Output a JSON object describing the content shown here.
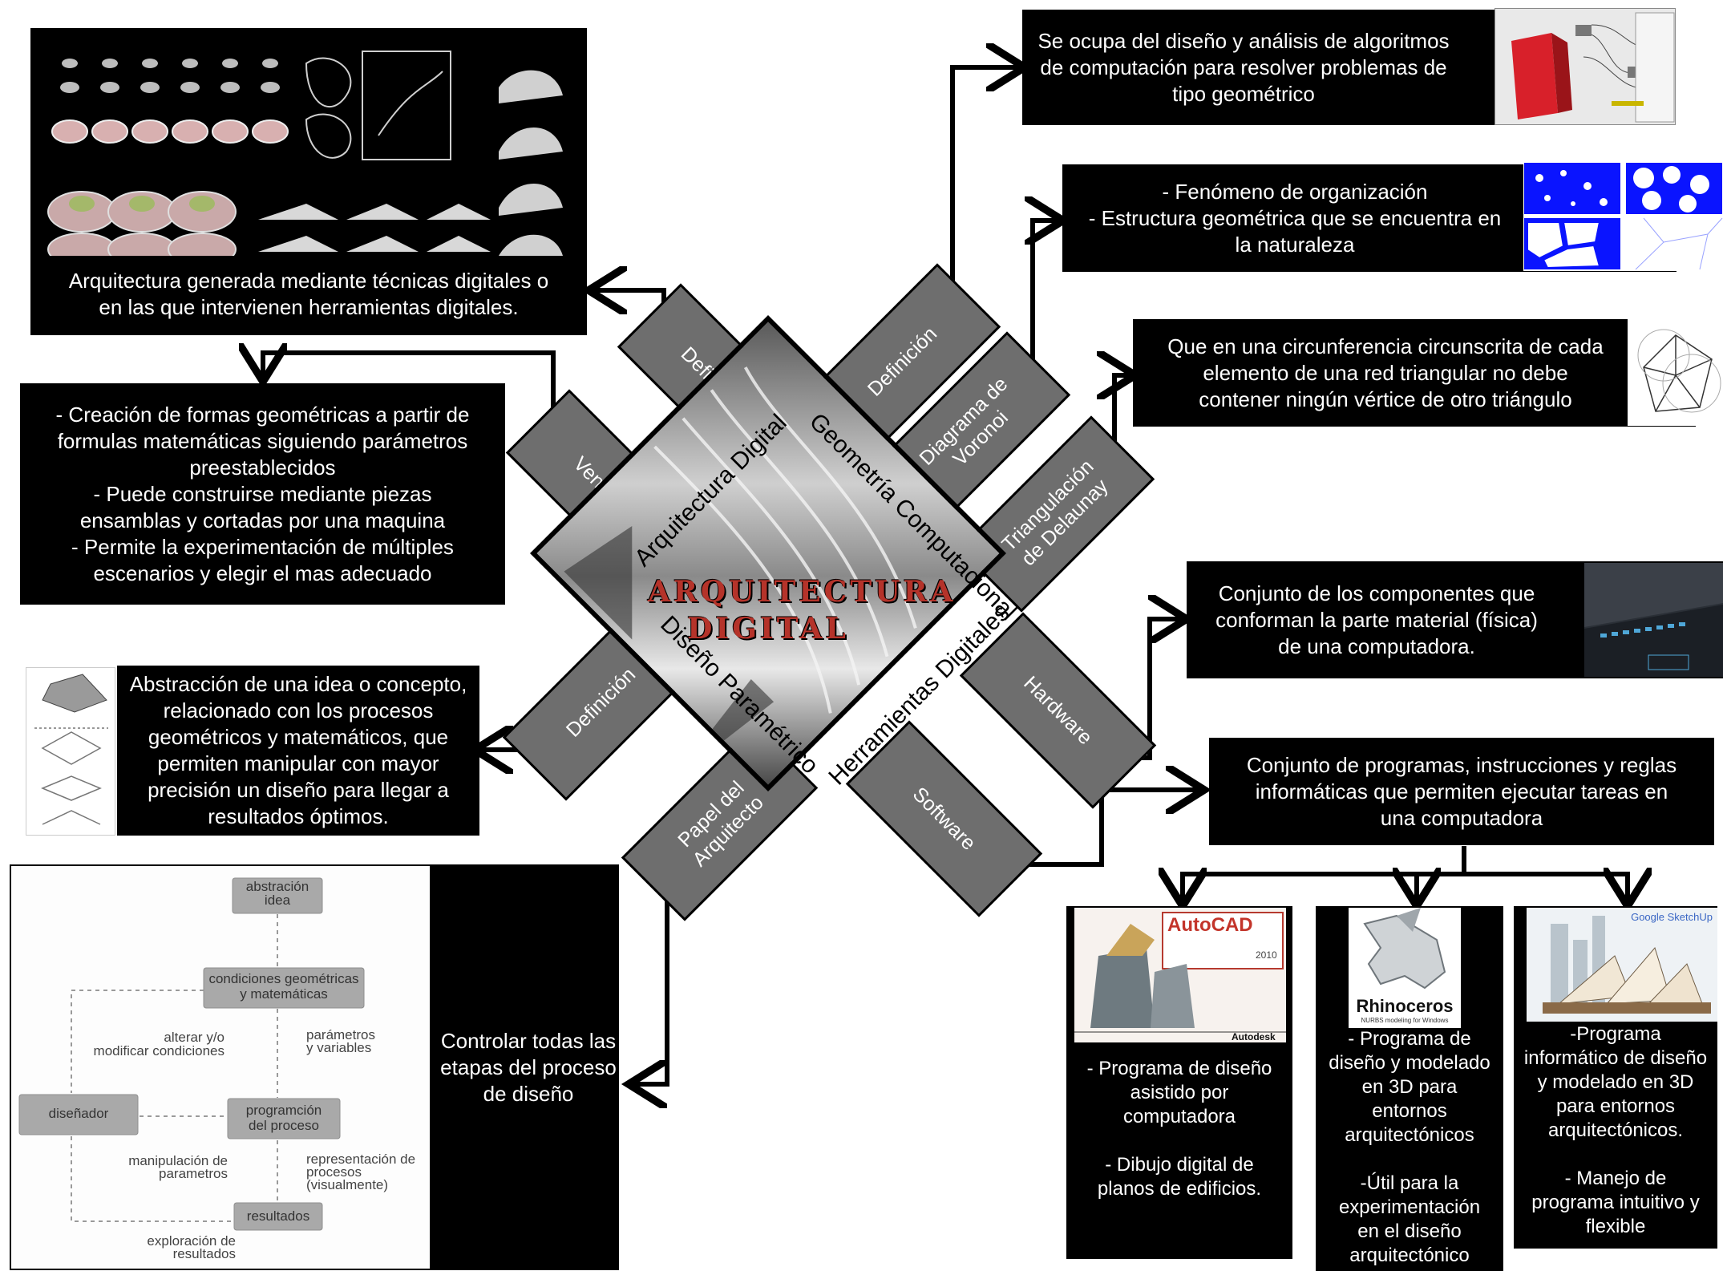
{
  "center": {
    "title": "ARQUITECTURA\nDIGITAL",
    "edge_top_left": "Arquitectura Digital",
    "edge_top_right": "Geometría Computacional",
    "edge_bottom_left": "Diseño Paramétrico",
    "edge_bottom_right": "Herramientas Digitales"
  },
  "bars": {
    "definicion_ad": "Definición",
    "ventajas": "Ventajas",
    "definicion_gc": "Definición",
    "voronoi": "Diagrama de\nVoronoi",
    "delaunay": "Triangulación\nde Delaunay",
    "definicion_dp": "Definición",
    "papel": "Papel del\nArquitecto",
    "hardware": "Hardware",
    "software": "Software"
  },
  "boxes": {
    "arquitectura_digital": "Arquitectura generada mediante técnicas digitales o\nen las que intervienen herramientas digitales.",
    "ventajas": "- Creación de formas geométricas a partir de\nformulas matemáticas siguiendo parámetros\npreestablecidos\n- Puede construirse mediante piezas\nensamblas y cortadas por una maquina\n- Permite la experimentación de múltiples\nescenarios y elegir el mas adecuado",
    "parametrico": "Abstracción de una idea o concepto,\nrelacionado con los procesos\ngeométricos y matemáticos, que\npermiten manipular con mayor\nprecisión un diseño para llegar a\nresultados óptimos.",
    "papel": "Controlar todas las\netapas del proceso\nde diseño",
    "geometria": "Se ocupa del diseño y análisis de algoritmos\nde computación para resolver problemas de\ntipo geométrico",
    "voronoi": "- Fenómeno de organización\n- Estructura geométrica que se encuentra en\nla naturaleza",
    "delaunay": "Que en una circunferencia circunscrita de cada\nelemento de una red triangular  no debe\ncontener ningún vértice de otro triángulo",
    "hardware": "Conjunto de los componentes que\nconforman la parte material (física)\nde una computadora.",
    "software": "Conjunto de programas, instrucciones y reglas\ninformáticas que permiten ejecutar tareas en\nuna computadora",
    "autocad": "- Programa de diseño\nasistido por\ncomputadora\n\n- Dibujo digital de\nplanos de edificios.",
    "rhino": "- Programa de\ndiseño y modelado\nen 3D para\nentornos\narquitectónicos\n\n-Útil para la\nexperimentación\nen el diseño\narquitectónico",
    "sketchup": "-Programa\ninformático de diseño\ny modelado en 3D\npara entornos\narquitectónicos.\n\n- Manejo de\nprograma intuitivo y\nflexible"
  },
  "flowchart": {
    "abstraccion": "abstración\nidea",
    "condiciones": "condiciones geométricas\ny matemáticas",
    "alterar": "alterar  y/o\nmodificar condiciones",
    "parametros": "parámetros\ny variables",
    "disenador": "diseñador",
    "programacion": "programción\ndel proceso",
    "manipulacion": "manipulación de\nparametros",
    "representacion": "representación de\nprocesos\n(visualmente)",
    "resultados": "resultados",
    "exploracion": "exploración de\nresultados"
  },
  "logos": {
    "autocad": "AutoCAD",
    "autocad_year": "2010",
    "autodesk": "Autodesk",
    "rhino": "Rhinoceros",
    "rhino_sub": "NURBS modeling for Windows",
    "google": "Google SketchUp"
  },
  "colors": {
    "box": "#000000",
    "bar": "#6e6e6e",
    "title": "#b5332a",
    "voronoi_blue": "#0a14ff",
    "render_red": "#d8202a"
  }
}
